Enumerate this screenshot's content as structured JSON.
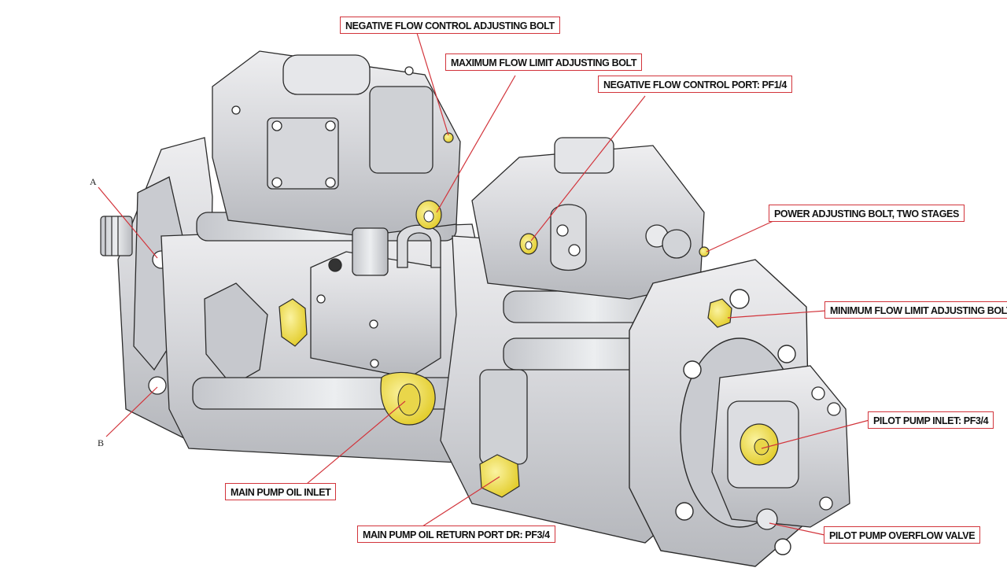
{
  "labels": {
    "negative_flow_control_bolt": "NEGATIVE FLOW CONTROL ADJUSTING BOLT",
    "maximum_flow_limit_bolt": "MAXIMUM FLOW LIMIT ADJUSTING BOLT",
    "negative_flow_control_port": "NEGATIVE FLOW CONTROL PORT: PF1/4",
    "power_adjusting_bolt": "POWER ADJUSTING BOLT, TWO STAGES",
    "minimum_flow_limit_bolt": "MINIMUM FLOW LIMIT ADJUSTING BOLT",
    "pilot_pump_inlet": "PILOT PUMP INLET: PF3/4",
    "main_pump_oil_inlet": "MAIN PUMP OIL INLET",
    "main_pump_oil_return": "MAIN PUMP OIL RETURN PORT DR: PF3/4",
    "pilot_pump_overflow_valve": "PILOT PUMP OVERFLOW VALVE",
    "point_a": "A",
    "point_b": "B"
  },
  "colors": {
    "leader": "#d2343b",
    "highlight": "#f2e23a",
    "outline": "#2b2b2b",
    "metal": "#d9dadd",
    "metal_dark": "#a9abb0"
  }
}
